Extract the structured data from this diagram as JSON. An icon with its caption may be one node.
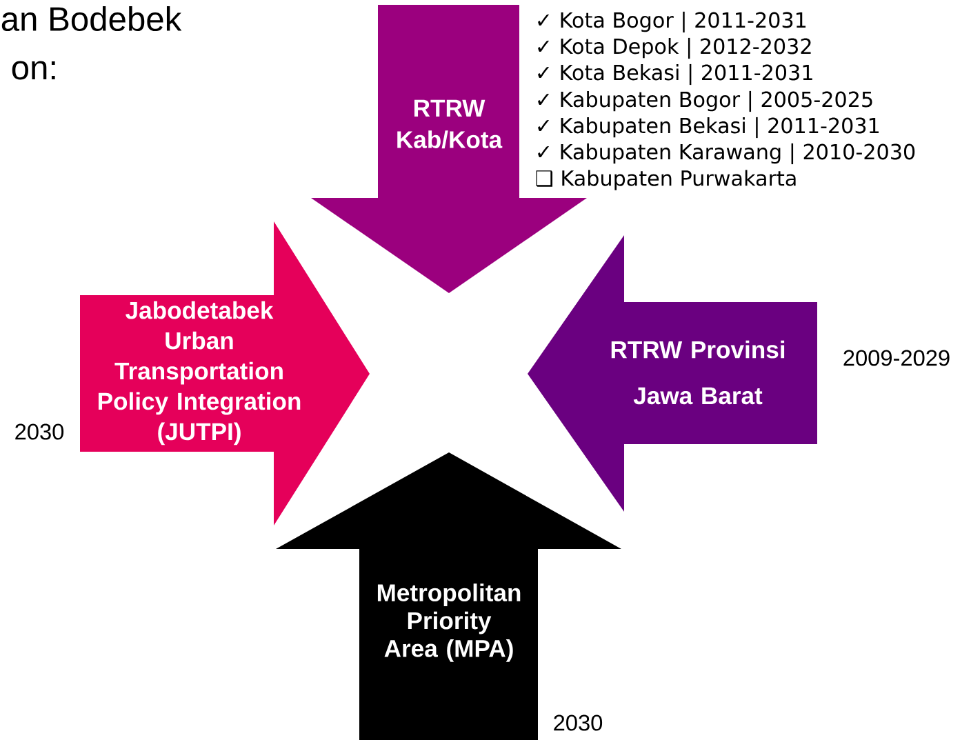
{
  "diagram": {
    "nodes": [
      {
        "text": [
          "RTRW Kab/Kota"
        ],
        "beside": [
          "✓ Kota Bogor | 2011-2031",
          "✓ Kota Depok | 2012-2032",
          "✓ Kota Bekasi | 2011-2031",
          "✓ Kabupaten Bogor  | 2005-2025",
          "✓ Kabupaten Bekasi  | 2011-2031",
          "✓ Kabupaten Karawang | 2010-2030",
          "❑ Kabupaten Purwakarta"
        ]
      },
      {
        "text": [
          "Jabodetabek Urban Transportation Policy Integration (JUTPI)"
        ],
        "beside": [
          "2030"
        ]
      },
      {
        "text": [
          "RTRW Provinsi Jawa Barat"
        ],
        "beside": [
          "2009-2029"
        ]
      },
      {
        "text": [
          "Metropolitan Priority Area (MPA)"
        ],
        "beside": [
          "2030"
        ]
      }
    ],
    "labels": [
      "an Bodebek",
      "on:"
    ]
  }
}
